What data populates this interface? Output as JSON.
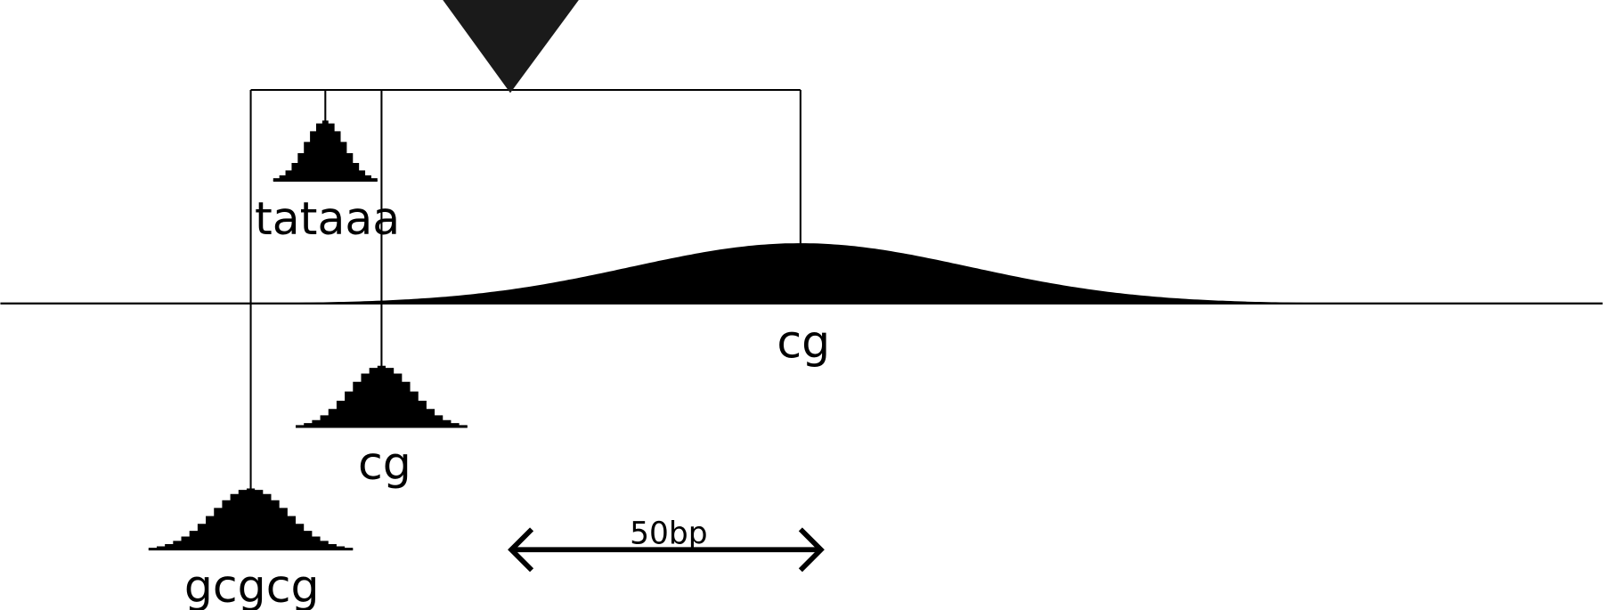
{
  "diagram": {
    "colors": {
      "ink": "#000000",
      "background": "#ffffff",
      "marker": "#1a1a1a"
    },
    "motifs": [
      {
        "id": "tataaa",
        "label": "tataaa"
      },
      {
        "id": "cg-small",
        "label": "cg"
      },
      {
        "id": "gcgcg",
        "label": "gcgcg"
      },
      {
        "id": "cg-broad",
        "label": "cg"
      }
    ],
    "scale_bar": {
      "label": "50bp"
    }
  }
}
